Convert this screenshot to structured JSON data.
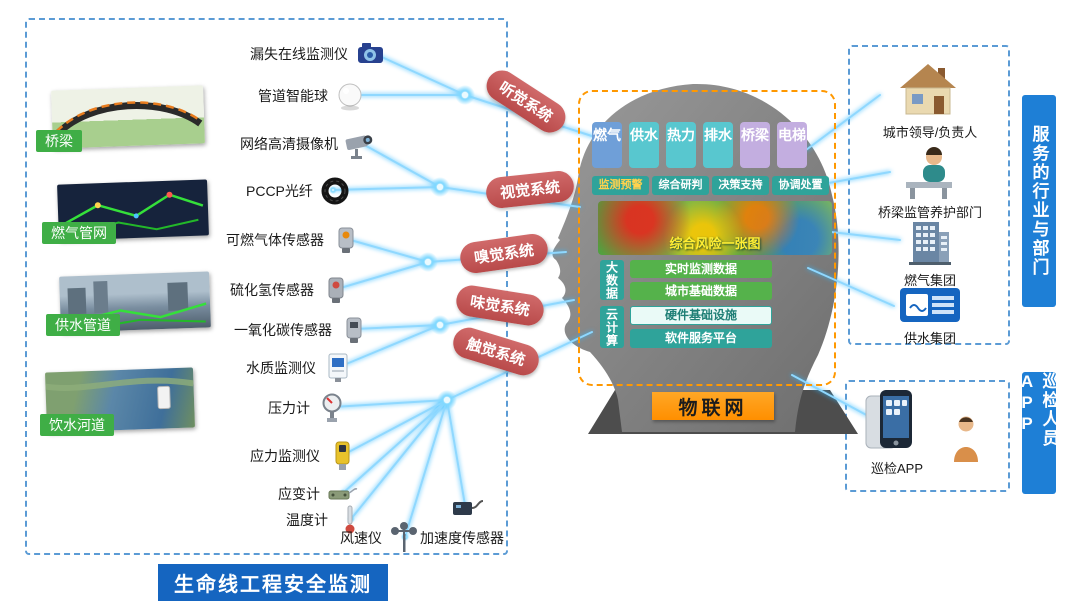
{
  "page_title": "生命线工程安全监测",
  "left_panel": {
    "infrastructures": [
      {
        "label": "桥梁"
      },
      {
        "label": "燃气管网"
      },
      {
        "label": "供水管道"
      },
      {
        "label": "饮水河道"
      }
    ],
    "sensors": [
      {
        "label": "漏失在线监测仪",
        "icon": "leak-monitor-camera-icon"
      },
      {
        "label": "管道智能球",
        "icon": "pipeline-smart-ball-icon"
      },
      {
        "label": "网络高清摄像机",
        "icon": "hd-camera-icon"
      },
      {
        "label": "PCCP光纤",
        "icon": "fiber-coil-icon"
      },
      {
        "label": "可燃气体传感器",
        "icon": "combustible-gas-sensor-icon"
      },
      {
        "label": "硫化氢传感器",
        "icon": "h2s-sensor-icon"
      },
      {
        "label": "一氧化碳传感器",
        "icon": "co-sensor-icon"
      },
      {
        "label": "水质监测仪",
        "icon": "water-quality-monitor-icon"
      },
      {
        "label": "压力计",
        "icon": "pressure-gauge-icon"
      },
      {
        "label": "应力监测仪",
        "icon": "stress-monitor-icon"
      },
      {
        "label": "应变计",
        "icon": "strain-gauge-icon"
      },
      {
        "label": "温度计",
        "icon": "thermometer-icon"
      },
      {
        "label": "风速仪",
        "icon": "anemometer-icon"
      },
      {
        "label": "加速度传感器",
        "icon": "accelerometer-icon"
      }
    ],
    "sense_systems": [
      "听觉系统",
      "视觉系统",
      "嗅觉系统",
      "味觉系统",
      "触觉系统"
    ]
  },
  "brain_platform": {
    "domains": [
      "燃气",
      "供水",
      "热力",
      "排水",
      "桥梁",
      "电梯"
    ],
    "functions": [
      "监测预警",
      "综合研判",
      "决策支持",
      "协调处置"
    ],
    "map_caption": "综合风险一张图",
    "big_data": {
      "label": "大数据",
      "items": [
        "实时监测数据",
        "城市基础数据"
      ]
    },
    "cloud": {
      "label": "云计算",
      "items": [
        "硬件基础设施",
        "软件服务平台"
      ]
    },
    "iot_label": "物联网"
  },
  "service_panel": {
    "vertical_label": "服务的行业与部门",
    "items": [
      {
        "label": "城市领导/负责人",
        "icon": "city-leader-house-icon"
      },
      {
        "label": "桥梁监管养护部门",
        "icon": "bridge-dept-person-icon"
      },
      {
        "label": "燃气集团",
        "icon": "gas-group-building-icon"
      },
      {
        "label": "供水集团",
        "icon": "water-group-logo-icon"
      }
    ]
  },
  "inspection_panel": {
    "vertical_label": "巡检人员APP",
    "app_label": "巡检APP"
  },
  "colors": {
    "connection_line": "#8fd8ff",
    "sense_bubble": "#c85a5a",
    "panel_border": "#5b9bd5",
    "brain_border": "#ff9800",
    "iot_bg": "#ff8f00",
    "title_bg": "#1565c0",
    "vertical_label_bg": "#1e7fd6",
    "domain_colors": [
      "#6f9fd8",
      "#58c7cf",
      "#58c7cf",
      "#58c7cf",
      "#c3aee0",
      "#c3aee0"
    ],
    "function_bg": "#2fa39a",
    "big_data_item_bg": "#55b24b",
    "infra_label_bg": "#3fae46"
  }
}
